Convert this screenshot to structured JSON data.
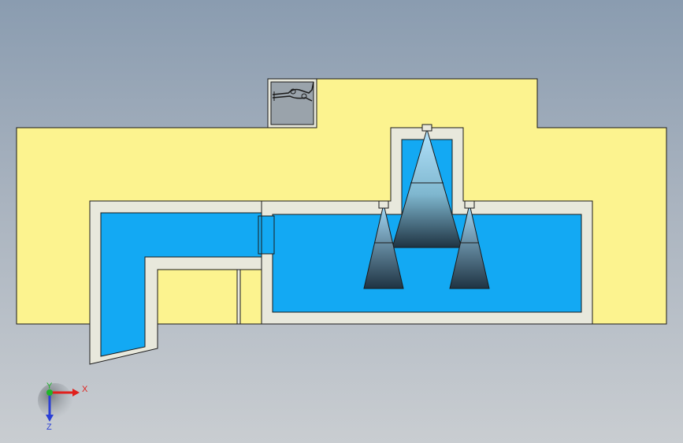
{
  "viewport": {
    "background_top": "#8a9cb0",
    "background_bottom": "#c9cdd1"
  },
  "colors": {
    "housing_fill": "#fcf38f",
    "wall_fill": "#e8e8dc",
    "water_fill": "#13a9f3",
    "outline": "#1a1a1a"
  },
  "spray_nozzles": {
    "count": 3,
    "spray_colors": [
      "#a6dcf9",
      "#1f3342"
    ]
  },
  "view_cube": {
    "icon": "section-view-thumbnail-icon"
  },
  "triad": {
    "x_label": "X",
    "y_label": "Y",
    "z_label": "Z",
    "x_color": "#e0201c",
    "y_color": "#1fb52a",
    "z_color": "#2a3fd6"
  }
}
